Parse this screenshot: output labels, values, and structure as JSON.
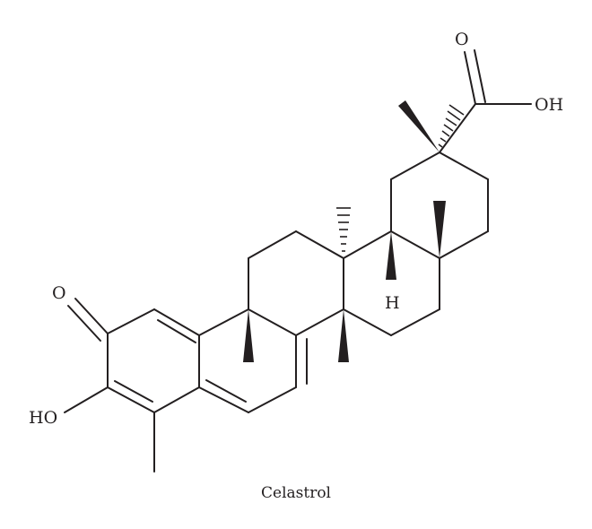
{
  "labels": {
    "carbonyl_oxygen_top": "O",
    "hydroxyl_acid": "OH",
    "ketone_oxygen": "O",
    "hydroxyl_phenol": "HO",
    "hydrogen": "H"
  },
  "caption": "Celastrol"
}
